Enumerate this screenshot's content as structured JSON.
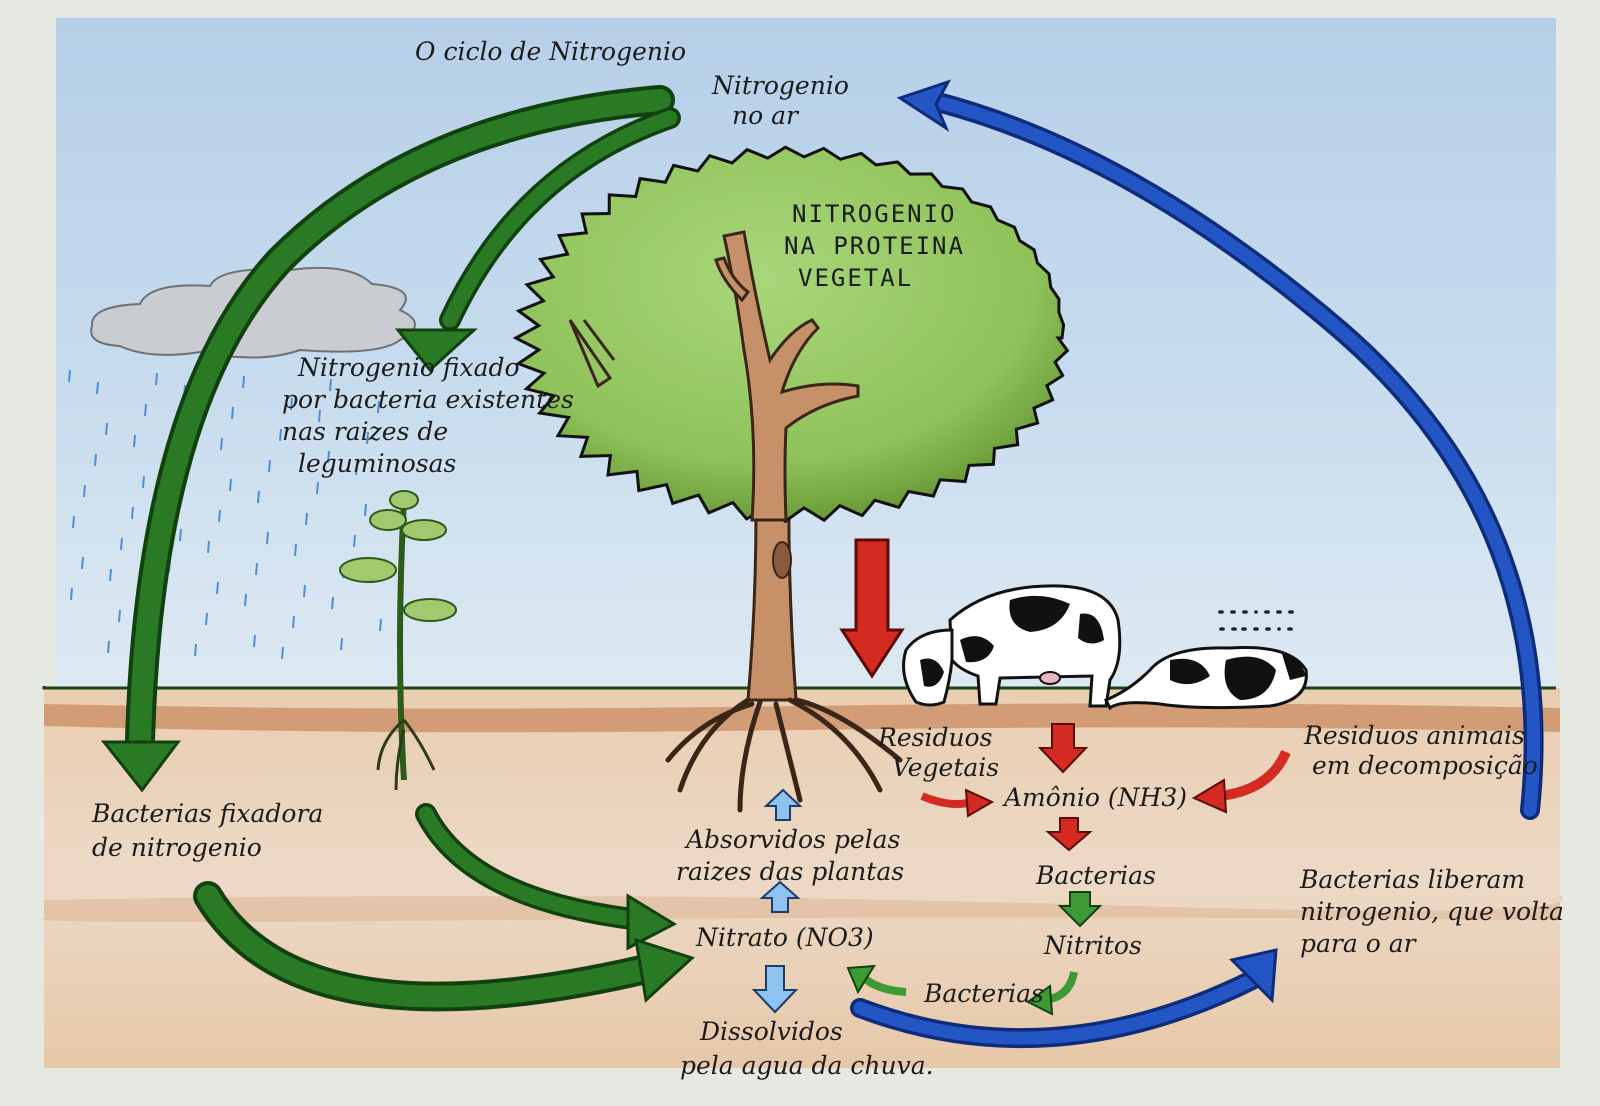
{
  "title": "O ciclo de Nitrogenio",
  "colors": {
    "sky": "#bcd4ea",
    "soil": "#e3c6a5",
    "soil_line": "#b5724b",
    "grass": "#1f4f16",
    "foliage": "#8fc25a",
    "trunk": "#c08b62",
    "green_arrow": "#1f6b1f",
    "blue_arrow": "#1f4fb8",
    "red_arrow": "#d42a22",
    "light_blue_arrow": "#8fc3ef"
  },
  "labels": {
    "air": [
      "Nitrogenio",
      "no ar"
    ],
    "plant_protein": [
      "NITROGENIO",
      "NA PROTEINA",
      "VEGETAL"
    ],
    "fixed_legumes": [
      "Nitrogenio fixado",
      "por bacteria existentes",
      "nas raizes de",
      "leguminosas"
    ],
    "fixing_bacteria": [
      "Bacterias fixadora",
      "de nitrogenio"
    ],
    "plant_residue": [
      "Residuos",
      "Vegetais"
    ],
    "animal_residue": [
      "Residuos animais",
      "em decomposição"
    ],
    "ammonia": "Amônio (NH3)",
    "bacteria_1": "Bacterias",
    "nitrites": "Nitritos",
    "bacteria_2": "Bacterias",
    "nitrate": "Nitrato (NO3)",
    "absorbed": [
      "Absorvidos pelas",
      "raizes das plantas"
    ],
    "dissolved": [
      "Dissolvidos",
      "pela agua da chuva."
    ],
    "release": [
      "Bacterias liberam",
      "nitrogenio, que volta",
      "para o ar"
    ]
  }
}
